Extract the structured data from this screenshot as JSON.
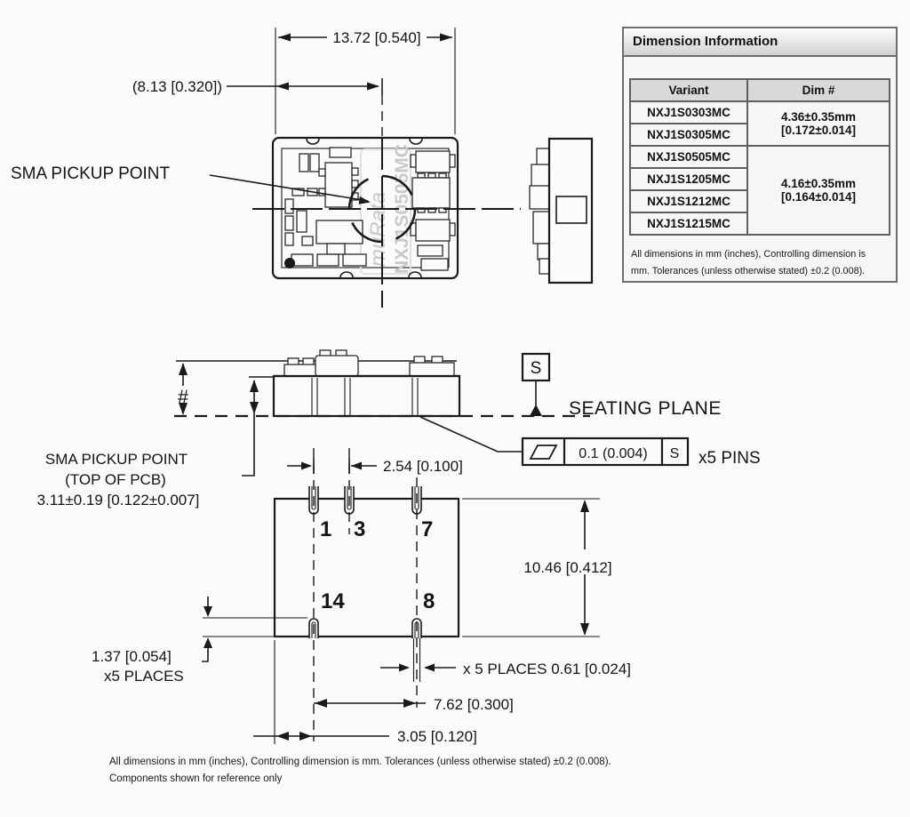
{
  "colors": {
    "line": "#1a1a1a",
    "background": "#fbfbfb",
    "silkscreen": "#c9c9c9",
    "panel_border": "#6e6e6e",
    "table_header_bg": "#d9d9d9"
  },
  "top_view": {
    "dim_width": "13.72 [0.540]",
    "dim_pickup_offset": "(8.13 [0.320])",
    "sma_pickup_label": "SMA PICKUP POINT",
    "silkscreen_logo": "muRata",
    "silkscreen_part": "NXJ1S0505MC"
  },
  "info_panel": {
    "title": "Dimension Information",
    "columns": {
      "variant": "Variant",
      "dim": "Dim #"
    },
    "variants": [
      "NXJ1S0303MC",
      "NXJ1S0305MC",
      "NXJ1S0505MC",
      "NXJ1S1205MC",
      "NXJ1S1212MC",
      "NXJ1S1215MC"
    ],
    "dim_group_a": {
      "mm": "4.36±0.35mm",
      "inches": "[0.172±0.014]"
    },
    "dim_group_b": {
      "mm": "4.16±0.35mm",
      "inches": "[0.164±0.014]"
    },
    "note_line1": "All dimensions in mm (inches), Controlling dimension is",
    "note_line2": "mm. Tolerances (unless otherwise stated) ±0.2 (0.008)."
  },
  "elevation": {
    "dim_height_ref": "#",
    "seating_plane_label": "SEATING PLANE",
    "datum_flag": "S",
    "flatness_tolerance": "0.1 (0.004)",
    "flatness_datum": "S",
    "pins_note": "x5 PINS",
    "pickup_height": {
      "line1": "SMA PICKUP POINT",
      "line2": "(TOP OF PCB)",
      "line3": "3.11±0.19 [0.122±0.007]"
    }
  },
  "bottom_view": {
    "dim_pin_pitch": "2.54 [0.100]",
    "dim_depth": "10.46 [0.412]",
    "dim_pin_length": "1.37 [0.054]",
    "dim_pin_length_note": "x5 PLACES",
    "dim_pin_width": "x 5 PLACES 0.61 [0.024]",
    "dim_row_span": "7.62 [0.300]",
    "dim_edge_offset": "3.05 [0.120]",
    "pins": [
      "1",
      "3",
      "7",
      "14",
      "8"
    ]
  },
  "footer": {
    "note_line1": "All dimensions in mm (inches), Controlling dimension is mm. Tolerances (unless otherwise stated) ±0.2 (0.008).",
    "note_line2": "Components shown for reference only"
  }
}
